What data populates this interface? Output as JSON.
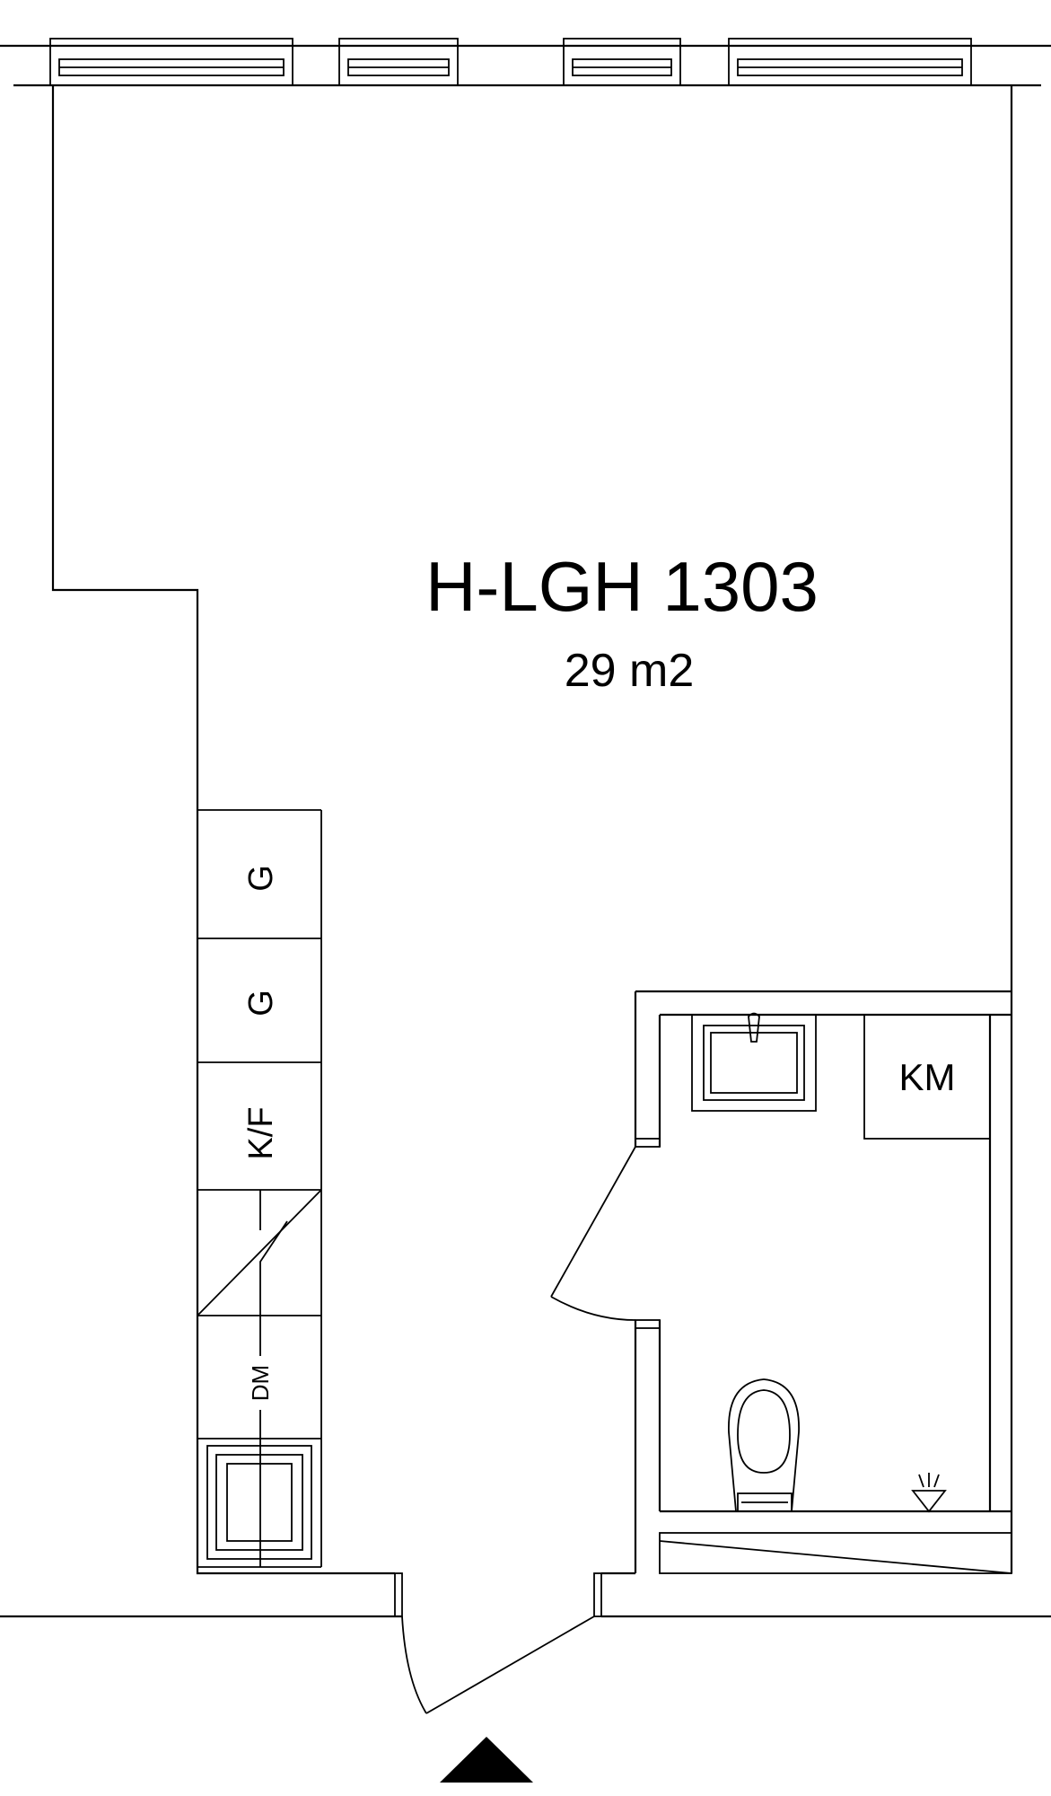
{
  "apartment": {
    "name": "H-LGH 1303",
    "area": "29 m2"
  },
  "kitchen_units": {
    "g1": "G",
    "g2": "G",
    "kf": "K/F",
    "dm": "DM"
  },
  "bathroom": {
    "washing_machine": "KM"
  },
  "colors": {
    "line": "#000000",
    "background": "#ffffff"
  }
}
